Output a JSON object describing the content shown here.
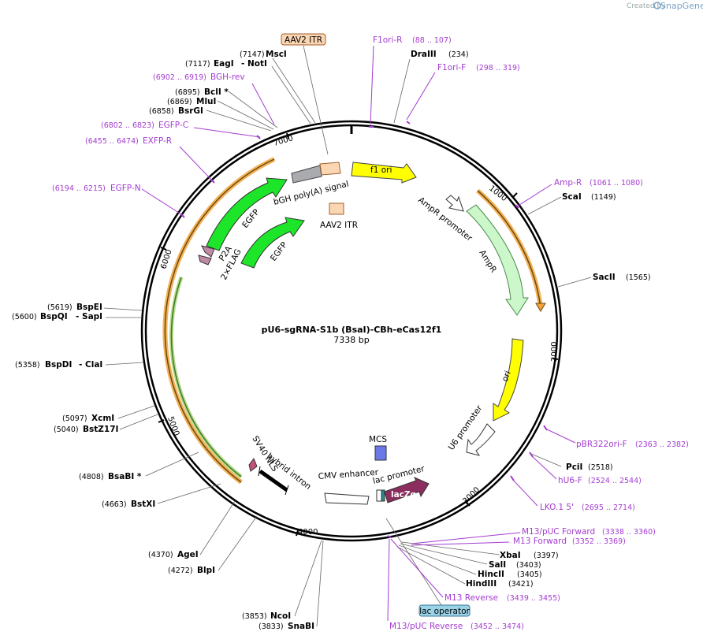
{
  "brand": {
    "created_by": "Created by",
    "name": "SnapGene"
  },
  "plasmid": {
    "name": "pU6-sgRNA-S1b (BsaI)-CBh-eCas12f1",
    "size": "7338 bp"
  },
  "ticks": [
    "1000",
    "2000",
    "3000",
    "4000",
    "5000",
    "6000",
    "7000"
  ],
  "enzymes": [
    {
      "name": "MscI",
      "pos": "(7147)"
    },
    {
      "name": "EagI",
      "pos": "(7117)"
    },
    {
      "name": "- NotI",
      "pos": ""
    },
    {
      "name": "BclI *",
      "pos": "(6895)"
    },
    {
      "name": "MluI",
      "pos": "(6869)"
    },
    {
      "name": "BsrGI",
      "pos": "(6858)"
    },
    {
      "name": "DraIII",
      "pos": "(234)"
    },
    {
      "name": "ScaI",
      "pos": "(1149)"
    },
    {
      "name": "SacII",
      "pos": "(1565)"
    },
    {
      "name": "PciI",
      "pos": "(2518)"
    },
    {
      "name": "XbaI",
      "pos": "(3397)"
    },
    {
      "name": "SalI",
      "pos": "(3403)"
    },
    {
      "name": "HincII",
      "pos": "(3405)"
    },
    {
      "name": "HindIII",
      "pos": "(3421)"
    },
    {
      "name": "BspEI",
      "pos": "(5619)"
    },
    {
      "name": "BspQI",
      "pos": "(5600)"
    },
    {
      "name": "- SapI",
      "pos": ""
    },
    {
      "name": "BspDI",
      "pos": "(5358)"
    },
    {
      "name": "- ClaI",
      "pos": ""
    },
    {
      "name": "XcmI",
      "pos": "(5097)"
    },
    {
      "name": "BstZ17I",
      "pos": "(5040)"
    },
    {
      "name": "BsaBI *",
      "pos": "(4808)"
    },
    {
      "name": "BstXI",
      "pos": "(4663)"
    },
    {
      "name": "AgeI",
      "pos": "(4370)"
    },
    {
      "name": "BlpI",
      "pos": "(4272)"
    },
    {
      "name": "NcoI",
      "pos": "(3853)"
    },
    {
      "name": "SnaBI",
      "pos": "(3833)"
    }
  ],
  "primers": [
    {
      "name": "F1ori-R",
      "range": "(88 .. 107)"
    },
    {
      "name": "F1ori-F",
      "range": "(298 .. 319)"
    },
    {
      "name": "BGH-rev",
      "range": "(6902 .. 6919)"
    },
    {
      "name": "EGFP-C",
      "range": "(6802 .. 6823)"
    },
    {
      "name": "EXFP-R",
      "range": "(6455 .. 6474)"
    },
    {
      "name": "EGFP-N",
      "range": "(6194 .. 6215)"
    },
    {
      "name": "Amp-R",
      "range": "(1061 .. 1080)"
    },
    {
      "name": "pBR322ori-F",
      "range": "(2363 .. 2382)"
    },
    {
      "name": "hU6-F",
      "range": "(2524 .. 2544)"
    },
    {
      "name": "LKO.1 5'",
      "range": "(2695 .. 2714)"
    },
    {
      "name": "M13/pUC Forward",
      "range": "(3338 .. 3360)"
    },
    {
      "name": "M13 Forward",
      "range": "(3352 .. 3369)"
    },
    {
      "name": "M13 Reverse",
      "range": "(3439 .. 3455)"
    },
    {
      "name": "M13/pUC Reverse",
      "range": "(3452 .. 3474)"
    }
  ],
  "features": {
    "aav2_itr_box": "AAV2 ITR",
    "lac_operator_box": "lac operator",
    "f1_ori": "f1 ori",
    "ampr_promoter": "AmpR promoter",
    "ampr": "AmpR",
    "ori": "ori",
    "u6_promoter": "U6 promoter",
    "lac_promoter": "lac promoter",
    "lacz": "lacZα",
    "mcs": "MCS",
    "cmv_enhancer": "CMV enhancer",
    "hybrid_intron": "hybrid intron",
    "sv40_nls": "SV40 NLS",
    "egfp_inner": "EGFP",
    "egfp_outer": "EGFP",
    "p2a": "P2A",
    "flag": "2×FLAG",
    "bgh": "bGH poly(A) signal",
    "aav2_itr_inner": "AAV2 ITR"
  },
  "colors": {
    "primer": "#a43cd0",
    "egfp": "#1de62a",
    "f1ori": "#ffff00",
    "ampr": "#cbf7cb",
    "lacz": "#8b2e5e",
    "itr": "#fbd6b2",
    "orf_orange": "#f2a33a",
    "orf_green": "#3a9a2e"
  }
}
